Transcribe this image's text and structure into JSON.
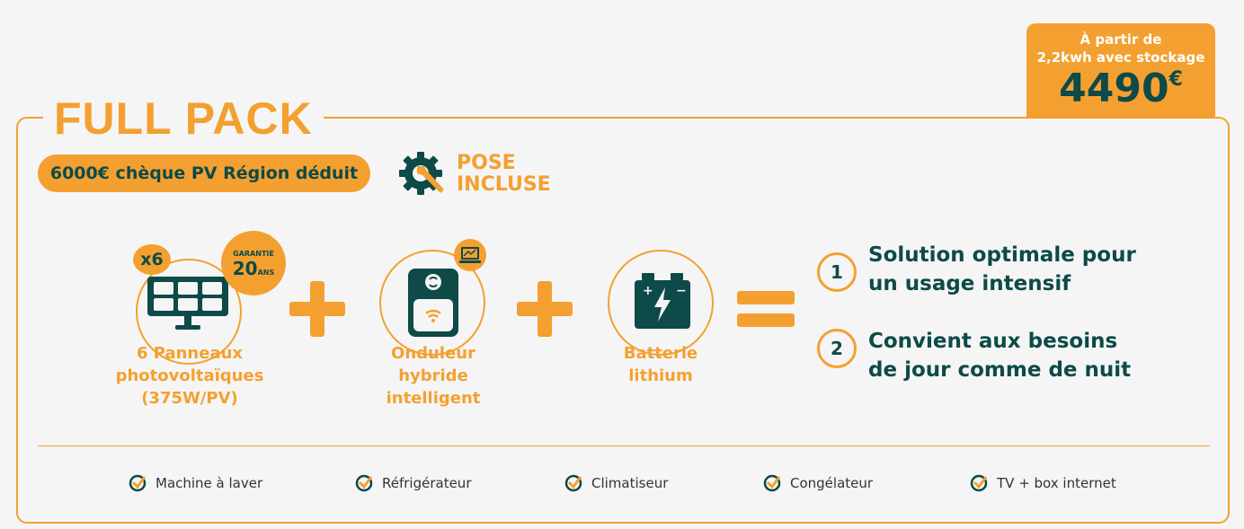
{
  "title": "FULL PACK",
  "price": {
    "line1": "À partir de",
    "line2": "2,2kwh avec stockage",
    "value": "4490",
    "currency": "€"
  },
  "subsidy_pill": "6000€ chèque PV Région déduit",
  "pose": {
    "line1": "POSE",
    "line2": "INCLUSE",
    "icon": "gear-wrench-icon"
  },
  "components": [
    {
      "lines": [
        "6 Panneaux",
        "photovoltaïques",
        "(375W/PV)"
      ],
      "icon": "solar-panel-icon"
    },
    {
      "lines": [
        "Onduleur",
        "hybride",
        "intelligent"
      ],
      "icon": "inverter-icon"
    },
    {
      "lines": [
        "Batterie",
        "lithium"
      ],
      "icon": "battery-icon"
    }
  ],
  "panel_badge": "x6",
  "warranty": {
    "label": "GARANTIE",
    "years": "20",
    "unit": "ANS"
  },
  "features": [
    {
      "num": "1",
      "line1": "Solution optimale pour",
      "line2": "un usage intensif"
    },
    {
      "num": "2",
      "line1": "Convient aux besoins",
      "line2": "de jour comme de nuit"
    }
  ],
  "appliances": [
    "Machine à laver",
    "Réfrigérateur",
    "Climatiseur",
    "Congélateur",
    "TV + box internet"
  ],
  "colors": {
    "accent": "#f4a030",
    "dark": "#0d4a48",
    "background": "#f5f5f5"
  }
}
